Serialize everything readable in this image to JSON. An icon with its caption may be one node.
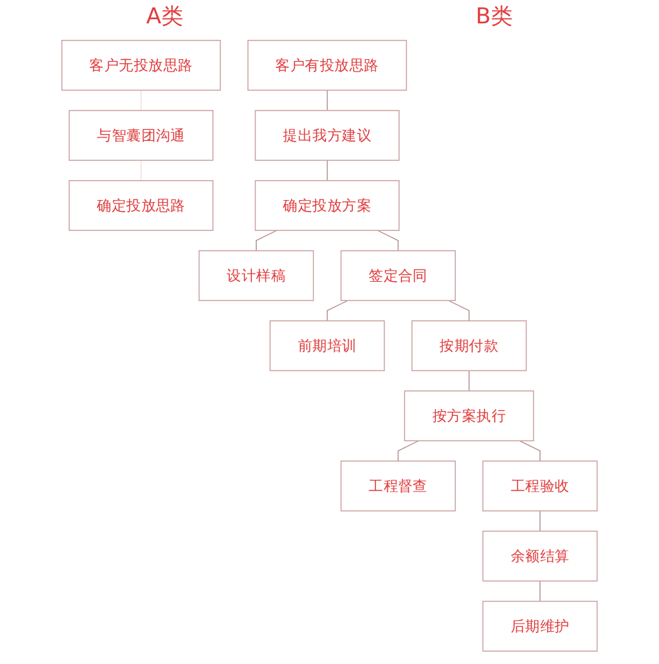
{
  "diagram": {
    "nodes": [
      {
        "text": [
          "客户无投放思路"
        ]
      },
      {
        "text": [
          "与智囊团沟通"
        ]
      },
      {
        "text": [
          "确定投放思路"
        ]
      },
      {
        "text": [
          "客户有投放思路"
        ]
      },
      {
        "text": [
          "提出我方建议"
        ]
      },
      {
        "text": [
          "确定投放方案"
        ]
      },
      {
        "text": [
          "设计样稿"
        ]
      },
      {
        "text": [
          "签定合同"
        ]
      },
      {
        "text": [
          "前期培训"
        ]
      },
      {
        "text": [
          "按期付款"
        ]
      },
      {
        "text": [
          "按方案执行"
        ]
      },
      {
        "text": [
          "工程督查"
        ]
      },
      {
        "text": [
          "工程验收"
        ]
      },
      {
        "text": [
          "余额结算"
        ]
      },
      {
        "text": [
          "后期维护"
        ]
      }
    ],
    "edges": [
      {
        "from": 0,
        "to": 1,
        "arrow": "none",
        "color": "#f0dada"
      },
      {
        "from": 1,
        "to": 2,
        "arrow": "none",
        "color": "#f0dada"
      },
      {
        "from": 3,
        "to": 4,
        "arrow": "none"
      },
      {
        "from": 4,
        "to": 5,
        "arrow": "none"
      },
      {
        "from": 5,
        "to": 6,
        "arrow": "none"
      },
      {
        "from": 5,
        "to": 7,
        "arrow": "none"
      },
      {
        "from": 7,
        "to": 8,
        "arrow": "none"
      },
      {
        "from": 7,
        "to": 9,
        "arrow": "none"
      },
      {
        "from": 9,
        "to": 10,
        "arrow": "none"
      },
      {
        "from": 10,
        "to": 11,
        "arrow": "none"
      },
      {
        "from": 10,
        "to": 12,
        "arrow": "none"
      },
      {
        "from": 12,
        "to": 13,
        "arrow": "none"
      },
      {
        "from": 13,
        "to": 14,
        "arrow": "none"
      }
    ],
    "labels": [
      "A类",
      "B类"
    ]
  }
}
